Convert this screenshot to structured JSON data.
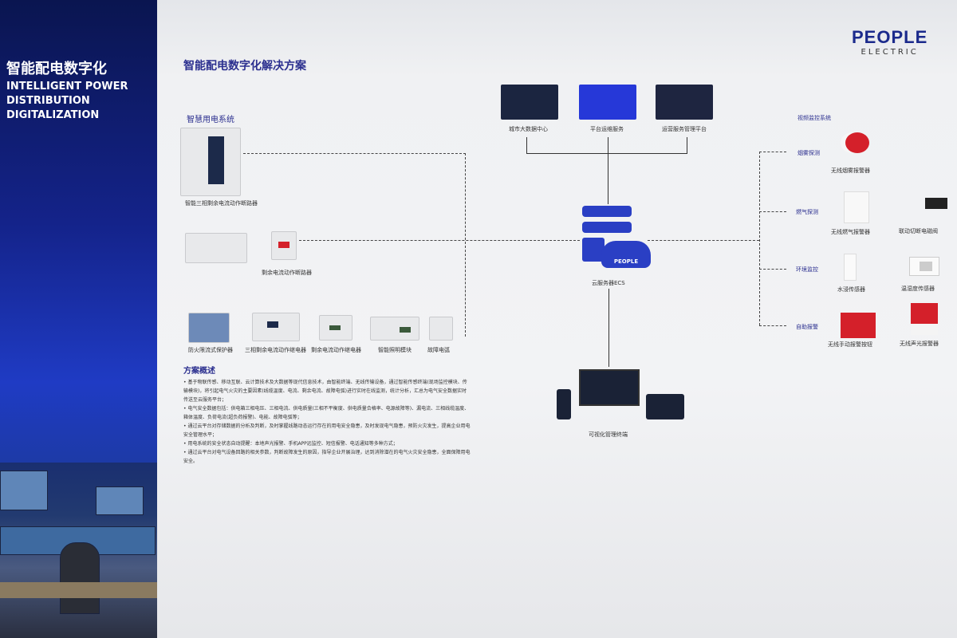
{
  "left_panel": {
    "title_cn": "智能配电数字化",
    "title_en": "INTELLIGENT POWER DISTRIBUTION DIGITALIZATION"
  },
  "title": "智能配电数字化解决方案",
  "logo": {
    "brand": "PEOPLE",
    "sub": "ELECTRIC"
  },
  "smart_system": {
    "heading": "智慧用电系统",
    "devices": [
      "智能三相剩余电流动作断路器",
      "剩余电流动作断路器",
      "防火限流式保护器",
      "三相剩余电流动作继电器",
      "剩余电流动作继电器",
      "智能照明模块",
      "故障电弧"
    ]
  },
  "platforms": [
    "城市大数据中心",
    "平台运维服务",
    "运营服务管理平台"
  ],
  "cloud": {
    "brand": "PEOPLE",
    "label": "云服务器ECS"
  },
  "terminal": {
    "label": "可视化管理终端"
  },
  "video": {
    "heading": "视频监控系统",
    "categories": [
      "烟雾探测",
      "燃气探测",
      "环境监控",
      "自助报警"
    ],
    "devices": [
      "无线烟雾报警器",
      "无线燃气报警器",
      "联动切断电磁阀",
      "水浸传感器",
      "温湿度传感器",
      "无线手动报警按钮",
      "无线声光报警器"
    ]
  },
  "overview": {
    "heading": "方案概述",
    "items": [
      "基于物联传感、移动互联、云计算技术及大数据等现代信息技术，由智能终端、无线传输设备，通过智能传感终端(现场监控模块、传输模块)，将引起电气火灾的主要因素(线缆温度、电流、剩余电流、故障电弧)进行实时在线监测，统计分析，汇总为电气安全数据实时传送至云服务平台；",
      "电气安全数据包括：供电箱三相电压、三相电流、供电质量(三相不平衡度、供电质量合格率、电源故障等)、漏电流、三相线缆温度、箱体温度、负荷电流(超负荷报警)、电能、故障电弧等；",
      "通过云平台对存储数据的分析及判断，及时掌握线路动态运行存在的用电安全隐患，及时发现电气隐患，预防火灾发生，提高企业用电安全管理水平；",
      "用电系统的安全状态自动提醒：本地声光报警、手机APP远监控、短信报警、电话通知等多种方式；",
      "通过云平台对电气设备回路的相关参数，判断故障发生的原因，指导企业开展治理，达到消除潜在的电气火灾安全隐患，全面保障用电安全。"
    ]
  },
  "colors": {
    "brand": "#2b2f8f",
    "panel": "#1f3bc4",
    "cloud": "#2a3fc4",
    "alarm": "#d4202a"
  }
}
